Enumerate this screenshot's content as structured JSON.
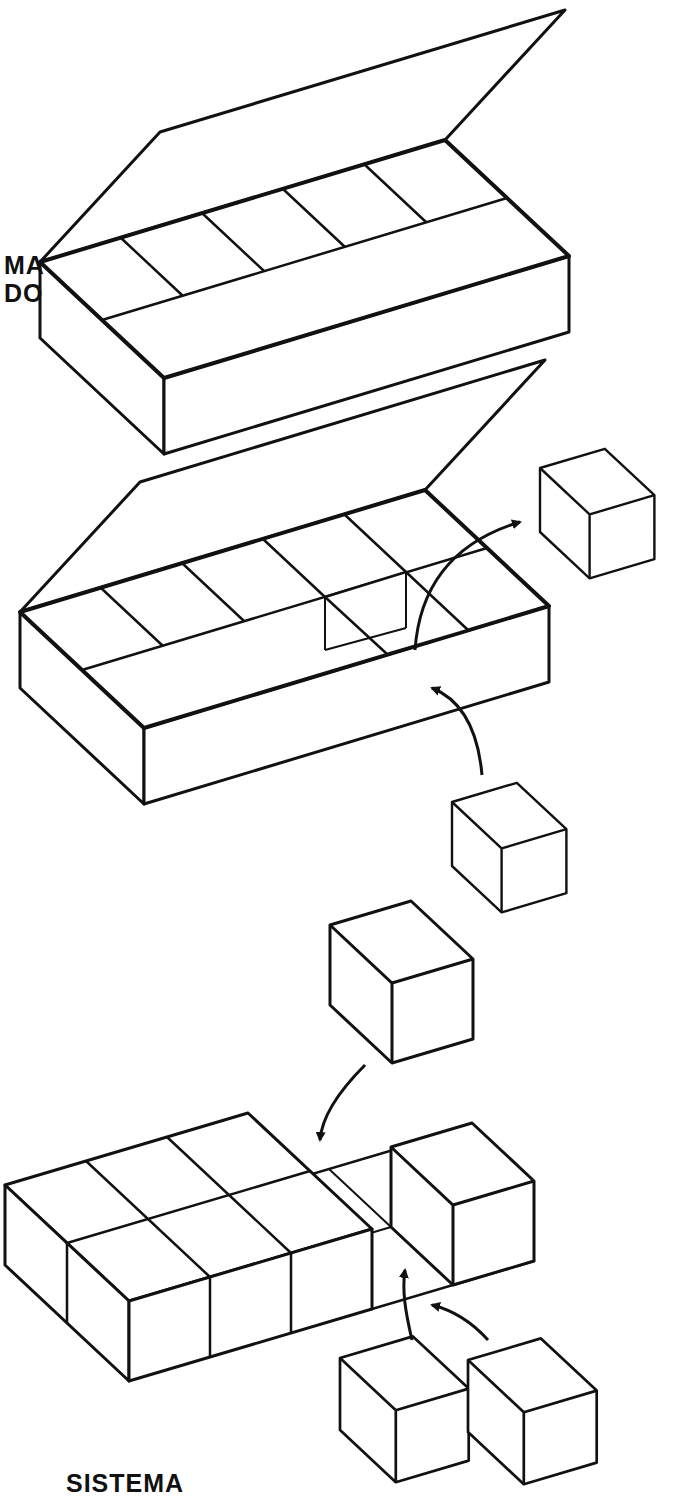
{
  "diagram": {
    "labels": [
      "MA",
      "DO",
      "SISTEMA"
    ]
  }
}
